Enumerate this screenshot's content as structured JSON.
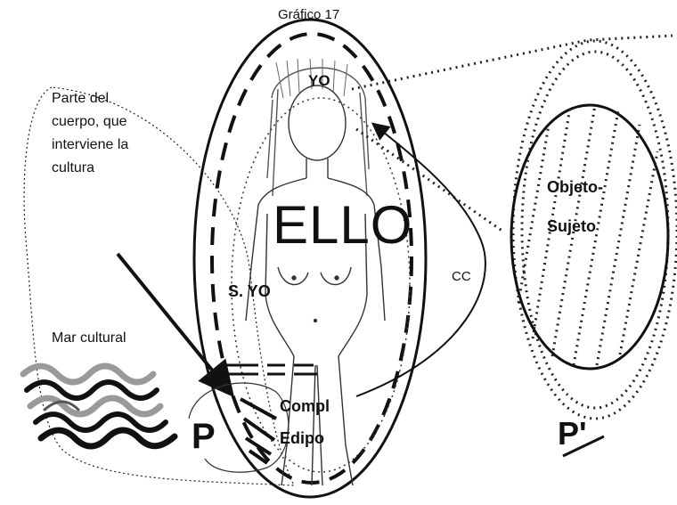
{
  "figure": {
    "title": "Gráfico 17",
    "label_body_part": "Parte del cuerpo, que interviene la cultura",
    "label_ello": "ELLO",
    "label_yo": "YO",
    "label_super_yo": "S. YO",
    "label_cc": "CC",
    "label_mar_cultural": "Mar cultural",
    "label_complejo_edipo": "Compl Edipo",
    "label_objeto_sujeto": "Objeto-Sujeto",
    "label_p": "P",
    "label_p_prime": "P'",
    "icons": [
      "wave-icon",
      "human-figure-icon",
      "arrow-icon"
    ]
  },
  "colors": {
    "ink": "#111111",
    "paper": "#ffffff",
    "wave_gray": "#9a9a9a"
  }
}
